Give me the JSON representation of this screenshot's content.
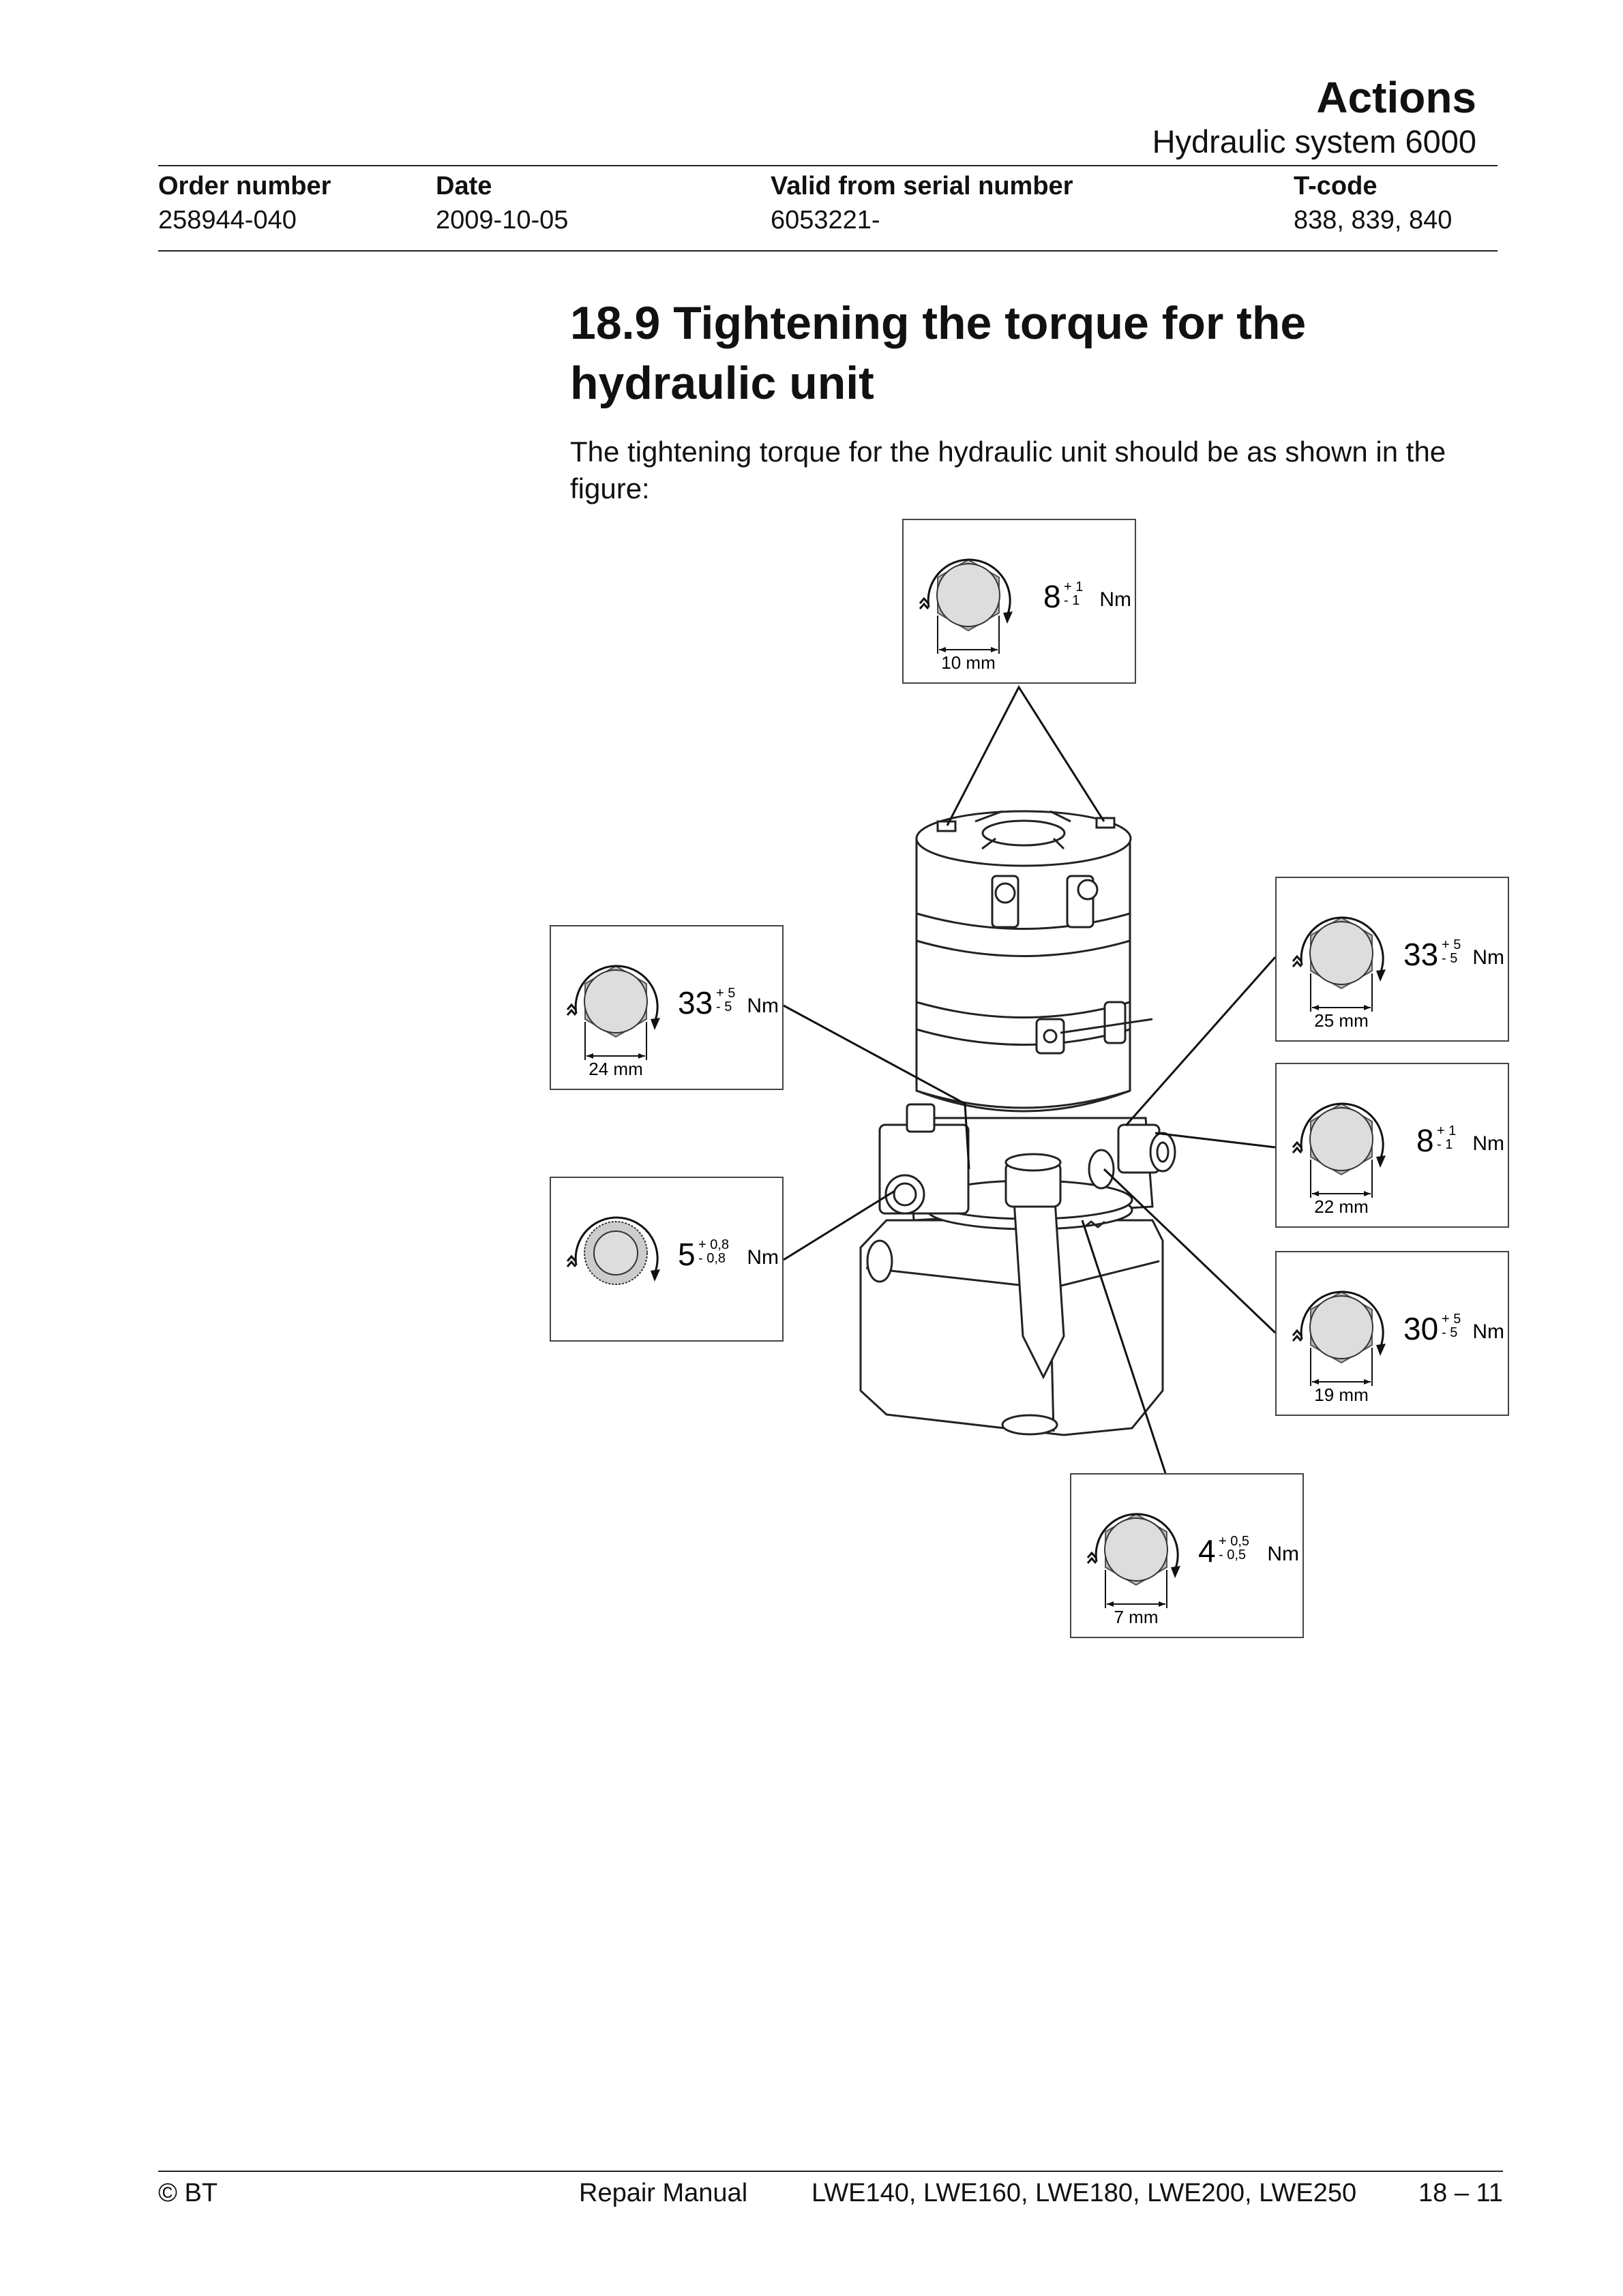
{
  "header": {
    "section": "Actions",
    "subsection": "Hydraulic system 6000",
    "columns": [
      {
        "label": "Order number",
        "value": "258944-040"
      },
      {
        "label": "Date",
        "value": "2009-10-05"
      },
      {
        "label": "Valid from serial number",
        "value": "6053221-"
      },
      {
        "label": "T-code",
        "value": "838, 839, 840"
      }
    ]
  },
  "heading": {
    "line1": "18.9  Tightening the torque for the",
    "line2": "hydraulic unit"
  },
  "paragraph": "The tightening torque for the hydraulic unit should be as shown in the figure:",
  "torque_boxes": [
    {
      "id": "top",
      "value": "8",
      "plus": "+ 1",
      "minus": "- 1",
      "unit": "Nm",
      "size": "10 mm"
    },
    {
      "id": "left-upper",
      "value": "33",
      "plus": "+ 5",
      "minus": "- 5",
      "unit": "Nm",
      "size": "24 mm"
    },
    {
      "id": "left-lower",
      "value": "5",
      "plus": "+ 0,8",
      "minus": "- 0,8",
      "unit": "Nm",
      "size": ""
    },
    {
      "id": "right-upper",
      "value": "33",
      "plus": "+ 5",
      "minus": "- 5",
      "unit": "Nm",
      "size": "25 mm"
    },
    {
      "id": "right-middle",
      "value": "8",
      "plus": "+ 1",
      "minus": "- 1",
      "unit": "Nm",
      "size": "22 mm"
    },
    {
      "id": "right-lower",
      "value": "30",
      "plus": "+ 5",
      "minus": "- 5",
      "unit": "Nm",
      "size": "19 mm"
    },
    {
      "id": "bottom",
      "value": "4",
      "plus": "+ 0,5",
      "minus": "- 0,5",
      "unit": "Nm",
      "size": "7 mm"
    }
  ],
  "footer": {
    "copyright": "© BT",
    "manual": "Repair Manual",
    "models": "LWE140, LWE160, LWE180, LWE200, LWE250",
    "page": "18 – 11"
  }
}
